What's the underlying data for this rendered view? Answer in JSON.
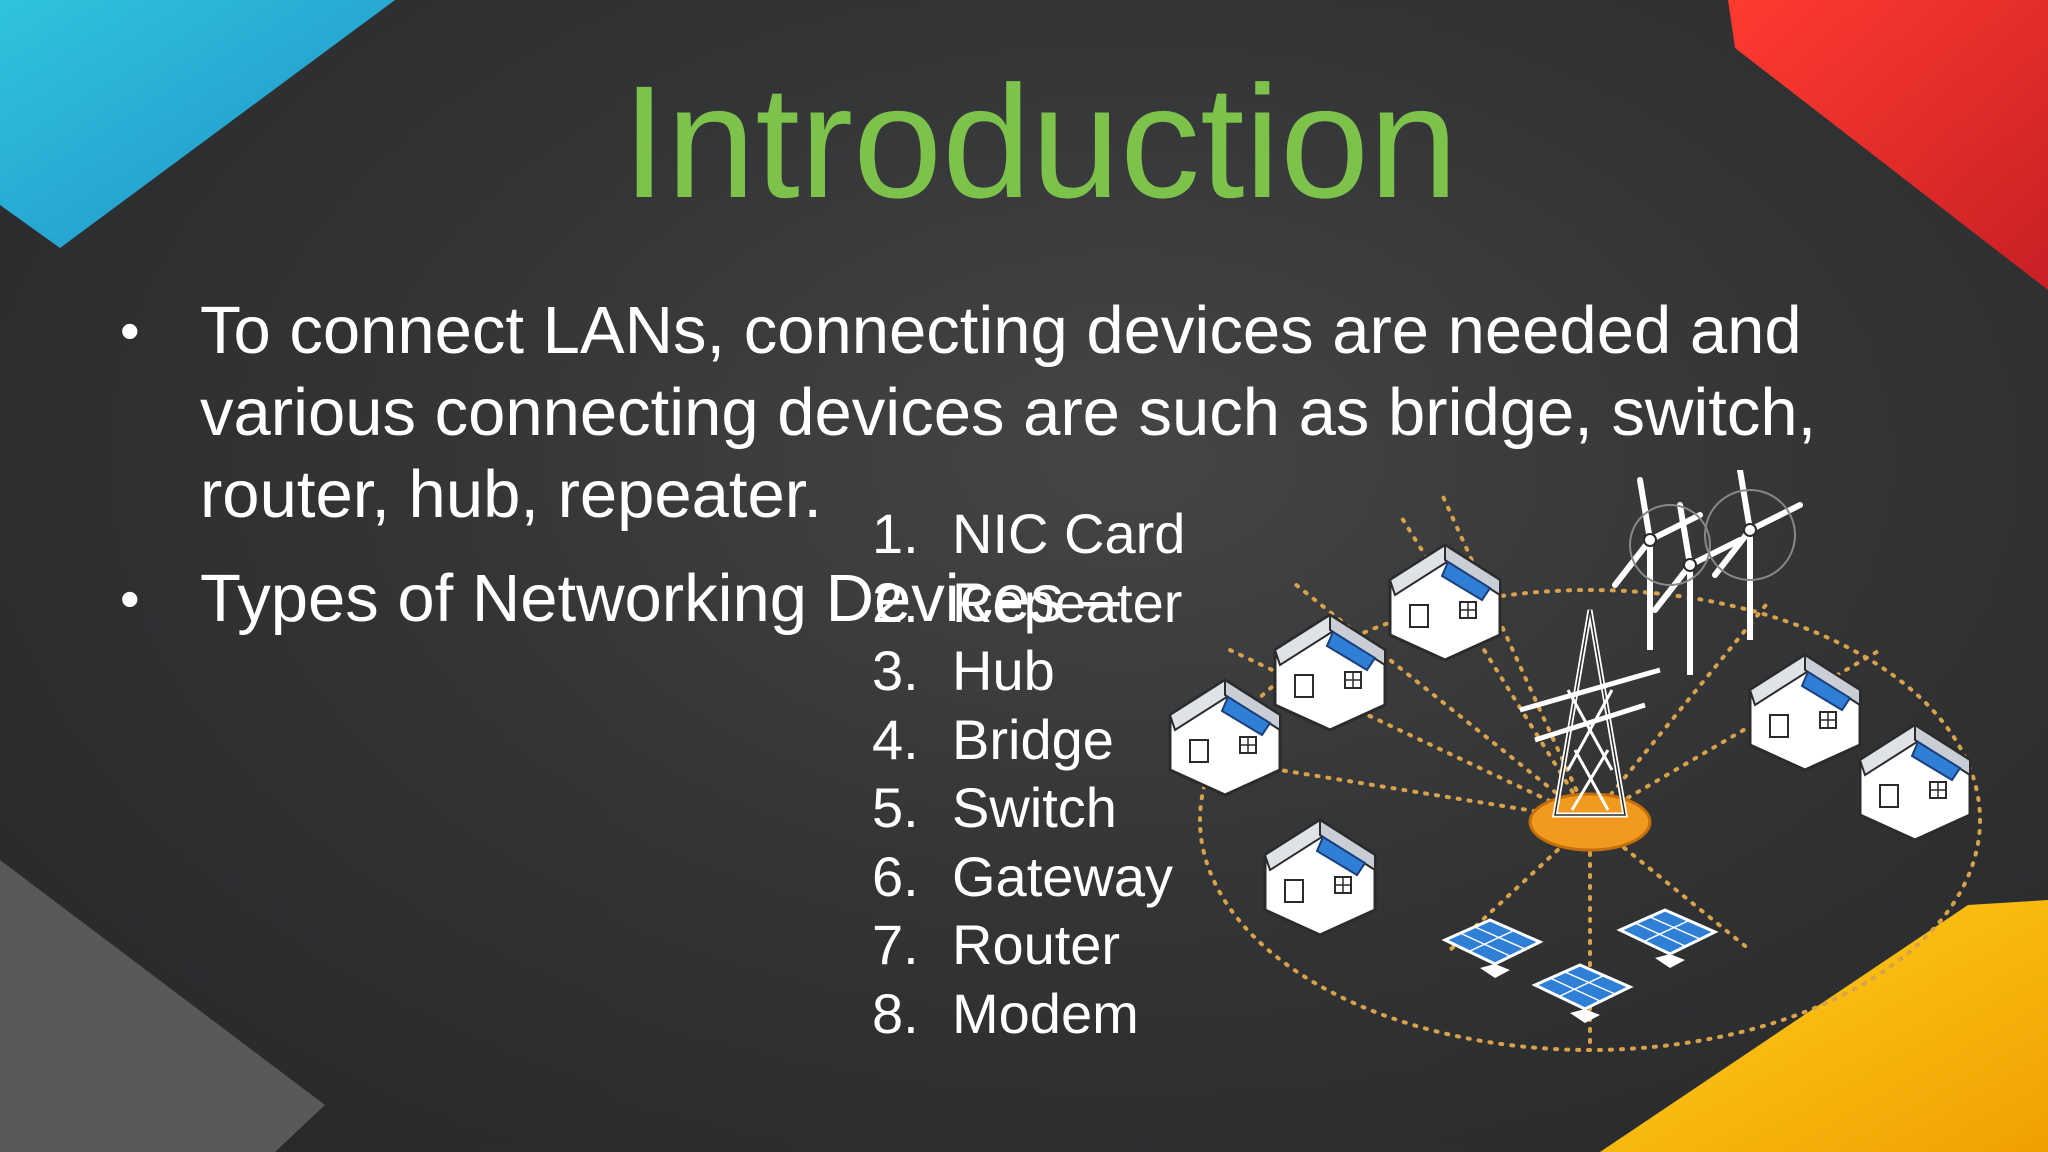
{
  "slide": {
    "title": "Introduction",
    "bullets": [
      "To connect LANs, connecting devices are  needed and various connecting devices are  such as bridge, switch, router, hub,  repeater.",
      "Types of Networking Devices –"
    ],
    "device_list": [
      {
        "num": "1.",
        "label": "NIC Card"
      },
      {
        "num": "2.",
        "label": "Repeater"
      },
      {
        "num": "3.",
        "label": "Hub"
      },
      {
        "num": "4.",
        "label": "Bridge"
      },
      {
        "num": "5.",
        "label": "Switch"
      },
      {
        "num": "6.",
        "label": "Gateway"
      },
      {
        "num": "7.",
        "label": "Router"
      },
      {
        "num": "8.",
        "label": "Modem"
      }
    ],
    "bullet_symbol": "•"
  },
  "colors": {
    "title": "#7dc24b",
    "text": "#ffffff",
    "background": "#333436",
    "corner_cyan": "#29b6d6",
    "corner_red": "#e8262a",
    "corner_yellow": "#f5b800",
    "corner_grey": "#555658",
    "tower_base": "#f29a1d",
    "solar_panel": "#2f7fd6"
  },
  "illustration": {
    "icons": [
      "house-icon",
      "solar-panel-icon",
      "wind-turbine-icon",
      "transmission-tower-icon"
    ]
  }
}
